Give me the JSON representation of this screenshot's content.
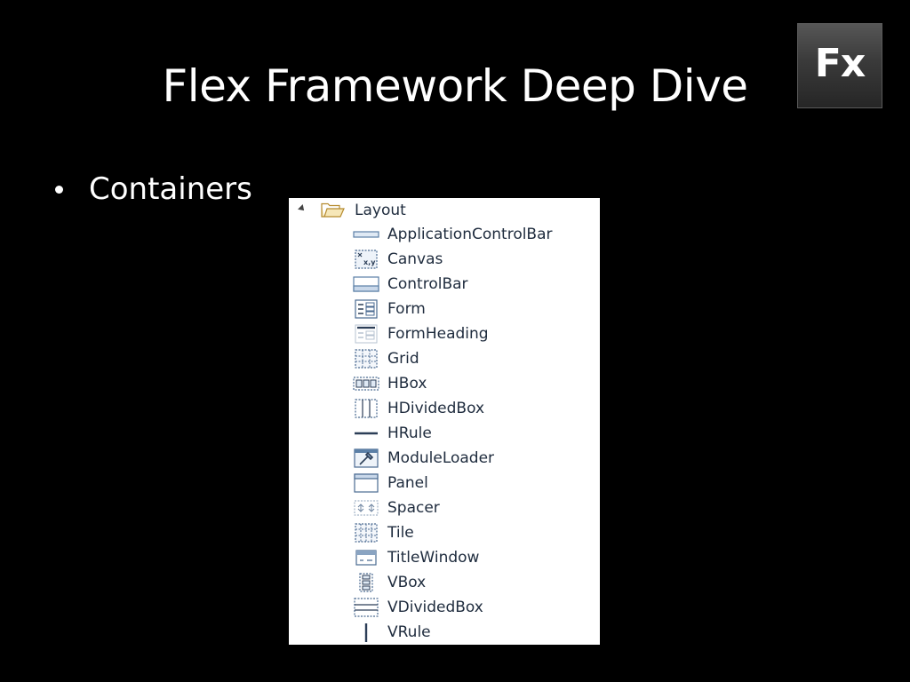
{
  "slide": {
    "title": "Flex Framework Deep Dive",
    "logo_text": "Fx",
    "bullet": "Containers"
  },
  "tree": {
    "root": {
      "label": "Layout",
      "icon": "folder-open-icon"
    },
    "items": [
      {
        "label": "ApplicationControlBar",
        "icon": "application-control-bar-icon"
      },
      {
        "label": "Canvas",
        "icon": "canvas-icon"
      },
      {
        "label": "ControlBar",
        "icon": "control-bar-icon"
      },
      {
        "label": "Form",
        "icon": "form-icon"
      },
      {
        "label": "FormHeading",
        "icon": "form-heading-icon"
      },
      {
        "label": "Grid",
        "icon": "grid-icon"
      },
      {
        "label": "HBox",
        "icon": "hbox-icon"
      },
      {
        "label": "HDividedBox",
        "icon": "hdivided-box-icon"
      },
      {
        "label": "HRule",
        "icon": "hrule-icon"
      },
      {
        "label": "ModuleLoader",
        "icon": "module-loader-icon"
      },
      {
        "label": "Panel",
        "icon": "panel-icon"
      },
      {
        "label": "Spacer",
        "icon": "spacer-icon"
      },
      {
        "label": "Tile",
        "icon": "tile-icon"
      },
      {
        "label": "TitleWindow",
        "icon": "title-window-icon"
      },
      {
        "label": "VBox",
        "icon": "vbox-icon"
      },
      {
        "label": "VDividedBox",
        "icon": "vdivided-box-icon"
      },
      {
        "label": "VRule",
        "icon": "vrule-icon"
      }
    ]
  },
  "colors": {
    "background": "#000000",
    "text": "#ffffff",
    "tree_text": "#1e2b3d",
    "icon_blue": "#5b7fa6"
  }
}
